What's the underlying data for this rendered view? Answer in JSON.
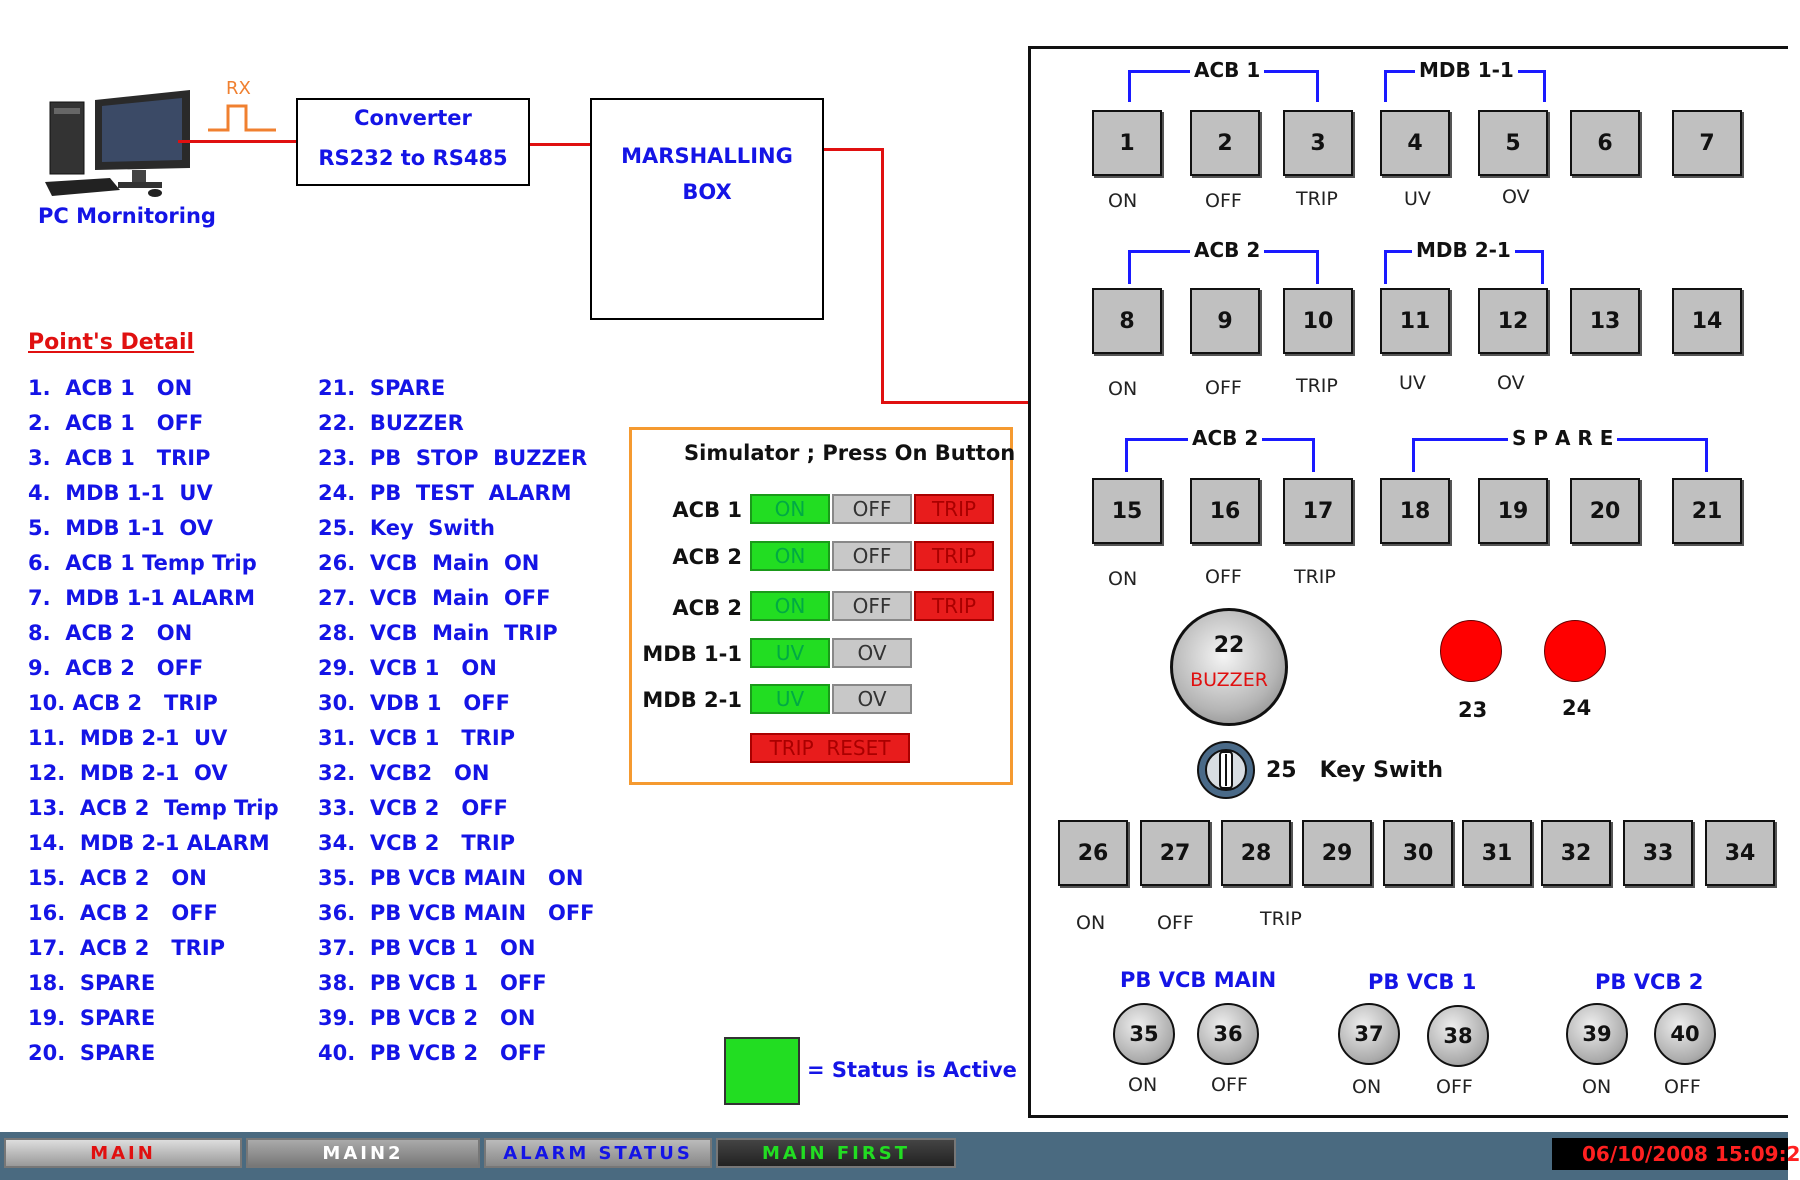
{
  "diagram": {
    "rx_label": "RX",
    "pc_label": "PC Mornitoring",
    "converter_line1": "Converter",
    "converter_line2": "RS232 to RS485",
    "marshalling_line1": "MARSHALLING",
    "marshalling_line2": "BOX"
  },
  "points": {
    "title": "Point's Detail",
    "left": [
      "1.  ACB 1   ON",
      "2.  ACB 1   OFF",
      "3.  ACB 1   TRIP",
      "4.  MDB 1-1  UV",
      "5.  MDB 1-1  OV",
      "6.  ACB 1 Temp Trip",
      "7.  MDB 1-1 ALARM",
      "8.  ACB 2   ON",
      "9.  ACB 2   OFF",
      "10. ACB 2   TRIP",
      "11.  MDB 2-1  UV",
      "12.  MDB 2-1  OV",
      "13.  ACB 2  Temp Trip",
      "14.  MDB 2-1 ALARM",
      "15.  ACB 2   ON",
      "16.  ACB 2   OFF",
      "17.  ACB 2   TRIP",
      "18.  SPARE",
      "19.  SPARE",
      "20.  SPARE"
    ],
    "right": [
      "21.  SPARE",
      "22.  BUZZER",
      "23.  PB  STOP  BUZZER",
      "24.  PB  TEST  ALARM",
      "25.  Key  Swith",
      "26.  VCB  Main  ON",
      "27.  VCB  Main  OFF",
      "28.  VCB  Main  TRIP",
      "29.  VCB 1   ON",
      "30.  VDB 1   OFF",
      "31.  VCB 1   TRIP",
      "32.  VCB2   ON",
      "33.  VCB 2   OFF",
      "34.  VCB 2   TRIP",
      "35.  PB VCB MAIN   ON",
      "36.  PB VCB MAIN   OFF",
      "37.  PB VCB 1   ON",
      "38.  PB VCB 1   OFF",
      "39.  PB VCB 2   ON",
      "40.  PB VCB 2   OFF"
    ]
  },
  "simulator": {
    "title": "Simulator ; Press On Button",
    "rows": [
      {
        "label": "ACB 1",
        "on": "ON",
        "off": "OFF",
        "trip": "TRIP"
      },
      {
        "label": "ACB 2",
        "on": "ON",
        "off": "OFF",
        "trip": "TRIP"
      },
      {
        "label": "ACB 2",
        "on": "ON",
        "off": "OFF",
        "trip": "TRIP"
      },
      {
        "label": "MDB 1-1",
        "uv": "UV",
        "ov": "OV"
      },
      {
        "label": "MDB 2-1",
        "uv": "UV",
        "ov": "OV"
      }
    ],
    "reset_label": "TRIP  RESET"
  },
  "legend": {
    "text": "= Status is Active",
    "color": "#22dd22"
  },
  "panel": {
    "groups": {
      "acb1": "ACB 1",
      "mdb11": "MDB 1-1",
      "acb2a": "ACB 2",
      "mdb21": "MDB 2-1",
      "acb2b": "ACB 2",
      "spare": "S P A R E"
    },
    "row1": [
      "1",
      "2",
      "3",
      "4",
      "5",
      "6",
      "7"
    ],
    "row2": [
      "8",
      "9",
      "10",
      "11",
      "12",
      "13",
      "14"
    ],
    "row3": [
      "15",
      "16",
      "17",
      "18",
      "19",
      "20",
      "21"
    ],
    "row_labels": {
      "on": "ON",
      "off": "OFF",
      "trip": "TRIP",
      "uv": "UV",
      "ov": "OV"
    },
    "buzzer_num": "22",
    "buzzer_label": "BUZZER",
    "lamp23": "23",
    "lamp24": "24",
    "key_label": "25   Key Swith",
    "row4": [
      "26",
      "27",
      "28",
      "29",
      "30",
      "31",
      "32",
      "33",
      "34"
    ],
    "pb": {
      "main_title": "PB VCB MAIN",
      "vcb1_title": "PB VCB 1",
      "vcb2_title": "PB VCB 2",
      "nums": [
        "35",
        "36",
        "37",
        "38",
        "39",
        "40"
      ],
      "on": "ON",
      "off": "OFF"
    }
  },
  "taskbar": {
    "tabs": [
      "MAIN",
      "MAIN2",
      "ALARM STATUS",
      "MAIN FIRST"
    ],
    "datetime": "06/10/2008 15:09:2",
    "colors": {
      "main": "#e01010",
      "main2": "#ffffff",
      "alarm": "#1414e6",
      "first": "#22dd22",
      "bar": "#4a6a80"
    }
  }
}
